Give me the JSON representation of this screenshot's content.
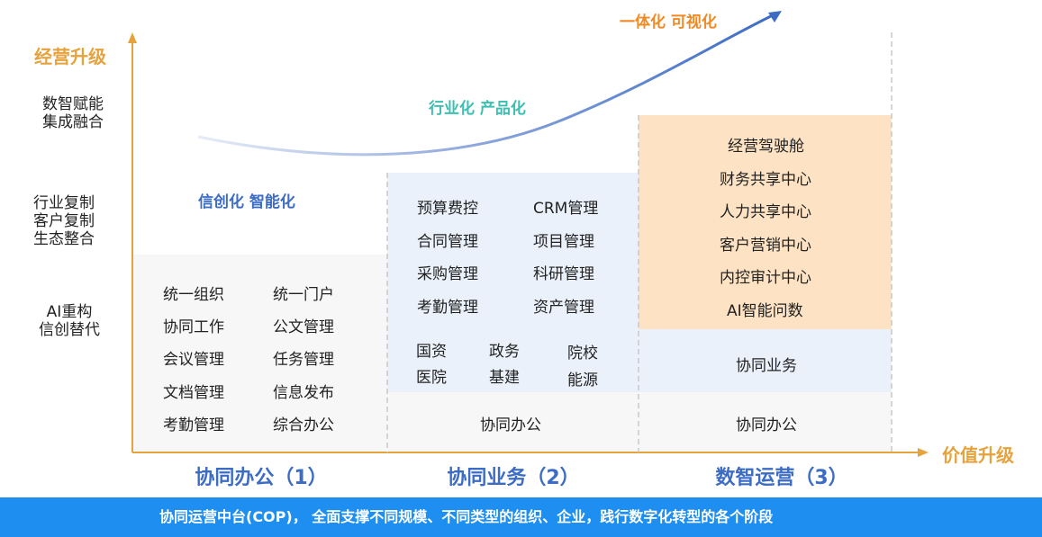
{
  "axes": {
    "y_title": "经营升级",
    "x_title": "价值升级"
  },
  "y_levels": [
    {
      "line1": "数智赋能",
      "line2": "集成融合"
    },
    {
      "line1": "行业复制",
      "line2": "客户复制",
      "line3": "生态整合"
    },
    {
      "line1": "AI重构",
      "line2": "信创替代"
    }
  ],
  "curve_labels": {
    "low": "信创化 智能化",
    "mid": "行业化 产品化",
    "high": "一体化 可视化"
  },
  "columns": [
    {
      "title": "协同办公（1）",
      "items": [
        "统一组织",
        "统一门户",
        "协同工作",
        "公文管理",
        "会议管理",
        "任务管理",
        "文档管理",
        "信息发布",
        "考勤管理",
        "综合办公"
      ]
    },
    {
      "title": "协同业务（2）",
      "items": [
        "预算费控",
        "CRM管理",
        "合同管理",
        "项目管理",
        "采购管理",
        "科研管理",
        "考勤管理",
        "资产管理"
      ],
      "industries": [
        "国资",
        "政务",
        "院校",
        "医院",
        "基建",
        "能源"
      ],
      "base": "协同办公"
    },
    {
      "title": "数智运营（3）",
      "items": [
        "经营驾驶舱",
        "财务共享中心",
        "人力共享中心",
        "客户营销中心",
        "内控审计中心",
        "AI智能问数"
      ],
      "middle": "协同业务",
      "base": "协同办公"
    }
  ],
  "footer": "协同运营中台(COP)， 全面支撑不同规模、不同类型的组织、企业，践行数字化转型的各个阶段",
  "colors": {
    "axis": "#e6a23c",
    "title_blue": "#3d6cc4",
    "teal": "#3bbfb0",
    "orange": "#f08a24",
    "col1_bg": "#f7f7f7",
    "col2_bg": "#eaf1fa",
    "col3_top_bg": "#fde3c4",
    "footer_bg": "#1f8ef1"
  }
}
